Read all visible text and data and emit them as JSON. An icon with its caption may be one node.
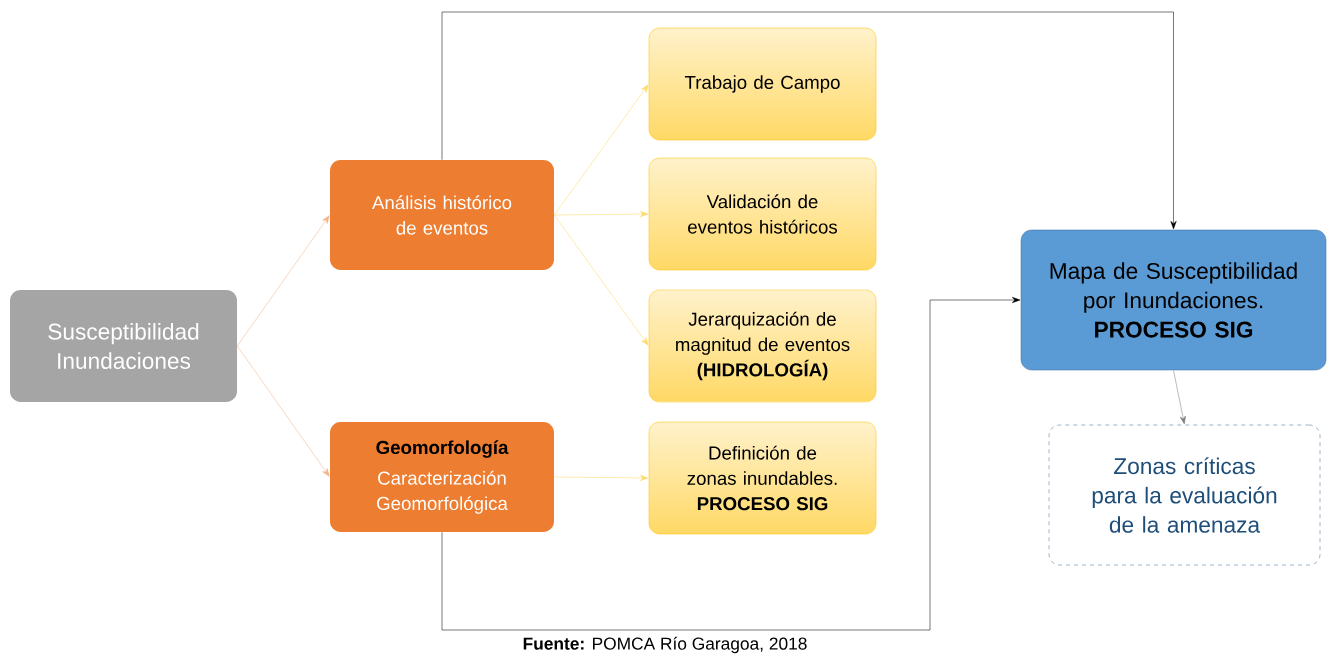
{
  "diagram": {
    "caption": "**Fuente:** POMCA Río Garagoa, 2018",
    "nodes": [
      {
        "text": [
          "Susceptibilidad Inundaciones"
        ]
      },
      {
        "text": [
          "Análisis histórico de eventos"
        ]
      },
      {
        "text": [
          "Geomorfología",
          "Caracterización Geomorfológica"
        ]
      },
      {
        "text": [
          "Trabajo de Campo"
        ]
      },
      {
        "text": [
          "Validación de eventos históricos"
        ]
      },
      {
        "text": [
          "Jerarquización de magnitud de eventos",
          "(HIDROLOGÍA)"
        ]
      },
      {
        "text": [
          "Definición de zonas inundables.",
          "PROCESO SIG"
        ]
      },
      {
        "text": [
          "Mapa de Susceptibilidad por Inundaciones.",
          "PROCESO SIG"
        ]
      },
      {
        "text": [
          "Zonas críticas para la evaluación de la amenaza"
        ]
      }
    ],
    "edges": [
      {
        "from": 0,
        "to": 1,
        "arrow": "to",
        "color": "#f4b183"
      },
      {
        "from": 0,
        "to": 2,
        "arrow": "to",
        "color": "#f4b183"
      },
      {
        "from": 1,
        "to": 3,
        "arrow": "to",
        "color": "#ffd966"
      },
      {
        "from": 1,
        "to": 4,
        "arrow": "to",
        "color": "#ffd966"
      },
      {
        "from": 1,
        "to": 5,
        "arrow": "to",
        "color": "#ffd966"
      },
      {
        "from": 2,
        "to": 6,
        "arrow": "to",
        "color": "#ffd966"
      },
      {
        "from": 1,
        "to": 7,
        "arrow": "to",
        "color": "#000000"
      },
      {
        "from": 2,
        "to": 7,
        "arrow": "to",
        "color": "#000000"
      },
      {
        "from": 7,
        "to": 8,
        "arrow": "to",
        "color": "#7f7f7f"
      }
    ]
  }
}
